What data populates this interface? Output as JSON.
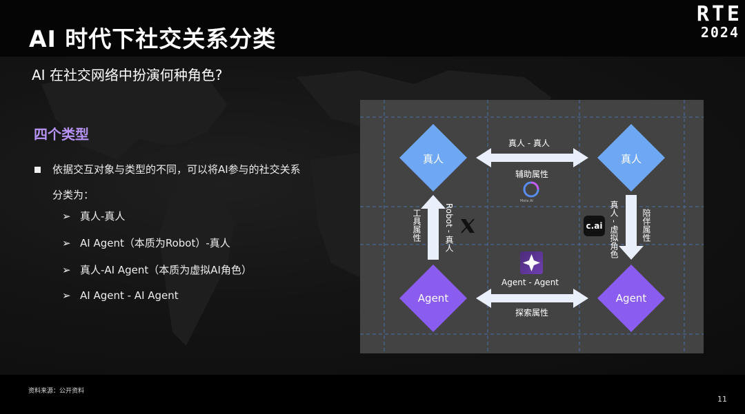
{
  "header": {
    "title": "AI 时代下社交关系分类",
    "logo_line1": "RTE",
    "logo_line2": "2024"
  },
  "subtitle": "AI 在社交网络中扮演何种角色?",
  "section_title": "四个类型",
  "bullet": {
    "text_line1": "依据交互对象与类型的不同，可以将AI参与的社交关系",
    "text_line2": "分类为："
  },
  "sub_items": [
    "真人-真人",
    "AI Agent（本质为Robot）-真人",
    "真人-AI Agent（本质为虚拟AI角色）",
    "AI Agent - AI Agent"
  ],
  "sub_arrow": "➢",
  "diagram": {
    "nodes": {
      "top_left": "真人",
      "top_right": "真人",
      "bottom_left": "Agent",
      "bottom_right": "Agent"
    },
    "colors": {
      "human": "#6ea8f5",
      "agent": "#8a5cf0",
      "arrow": "#eaf0fb"
    },
    "top_arrow_label": "真人 - 真人",
    "top_attr": "辅助属性",
    "meta_label": "Meta AI",
    "bottom_arrow_label": "Agent - Agent",
    "bottom_attr": "探索属性",
    "left_attr": "工具属性",
    "left_arrow_label": "Robot - 真人",
    "right_arrow_label": "真人 - 虚拟角色",
    "right_attr": "陪伴属性",
    "cai_label": "c.ai",
    "icons": [
      "x-logo-icon",
      "meta-ai-icon",
      "character-ai-icon",
      "agent-app-icon"
    ]
  },
  "footer": {
    "source": "资料来源：公开资料",
    "page_number": "11"
  }
}
